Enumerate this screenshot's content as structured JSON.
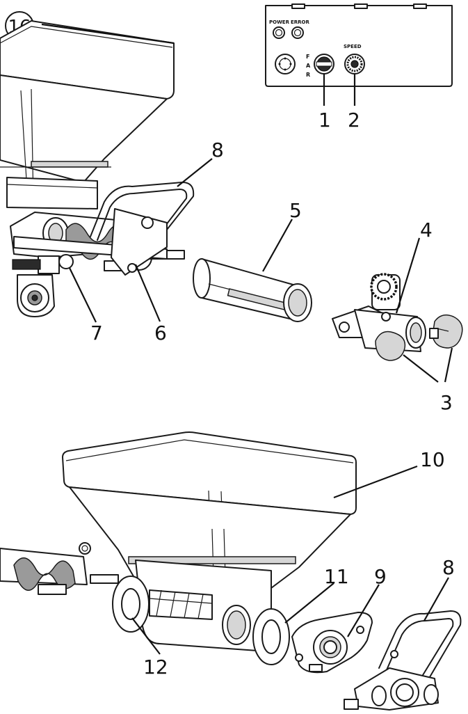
{
  "figure": {
    "step_number": "16",
    "control_panel": {
      "power_label": "POWER",
      "error_label": "ERROR",
      "speed_label": "SPEED",
      "direction_f": "F",
      "direction_a": "A",
      "direction_r": "R"
    },
    "callouts": {
      "c1": "1",
      "c2": "2",
      "c3": "3",
      "c4": "4",
      "c5": "5",
      "c6": "6",
      "c7": "7",
      "c8_top": "8",
      "c8_bottom": "8",
      "c9": "9",
      "c10": "10",
      "c11": "11",
      "c12": "12"
    }
  }
}
